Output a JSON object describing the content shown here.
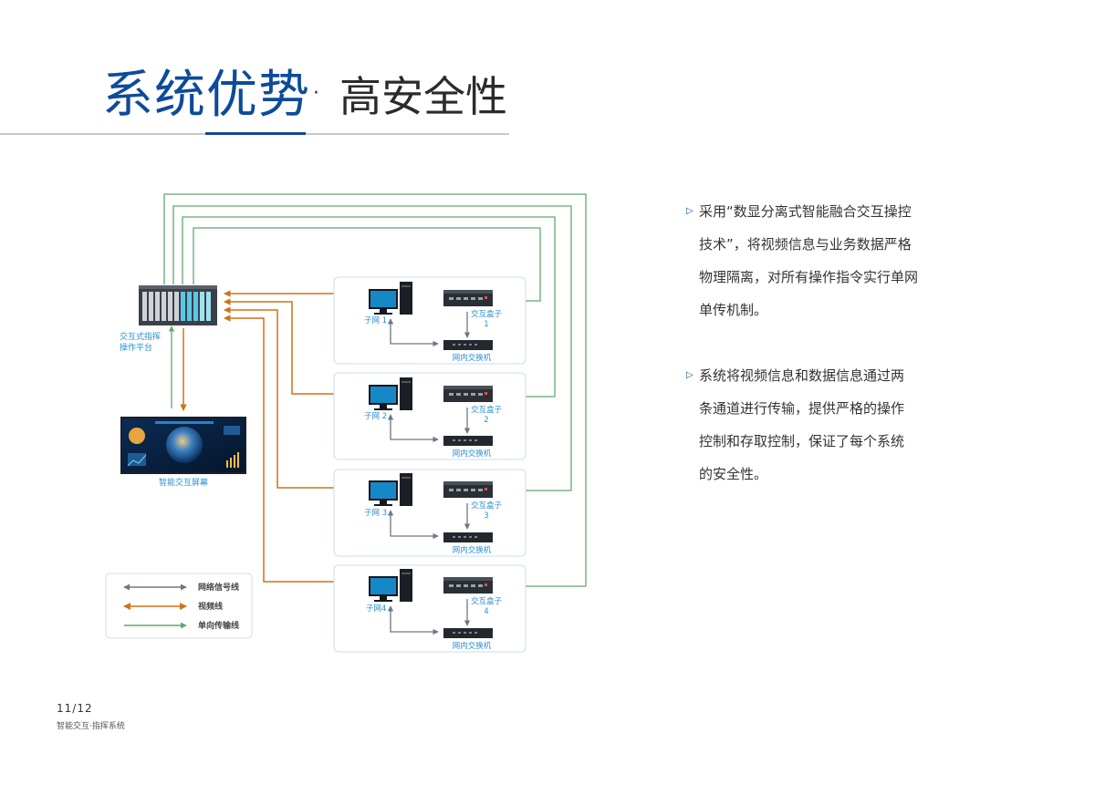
{
  "header": {
    "title_main": "系统优势",
    "title_dot": "·",
    "title_sub": "高安全性"
  },
  "colors": {
    "brand_blue": "#0d4b9a",
    "net_line": "#6f7785",
    "video_line": "#cf7216",
    "oneway_line": "#5fa872",
    "label_blue": "#2a8fd0"
  },
  "paragraphs": [
    {
      "bullet_icon": "triangle-right-icon",
      "lines": [
        "采用“数显分离式智能融合交互操控",
        "技术”，将视频信息与业务数据严格",
        "物理隔离，对所有操作指令实行单网",
        "单传机制。"
      ]
    },
    {
      "bullet_icon": "triangle-right-icon",
      "lines": [
        "系统将视频信息和数据信息通过两",
        "条通道进行传输，提供严格的操作",
        "控制和存取控制，保证了每个系统",
        "的安全性。"
      ]
    }
  ],
  "diagram": {
    "platform_label_lines": [
      "交互式指挥",
      "操作平台"
    ],
    "screen_label": "智能交互屏幕",
    "subnets": [
      {
        "subnet_label": "子网 1",
        "box_label": "交互盒子",
        "box_number": "1",
        "switch_label": "网内交换机"
      },
      {
        "subnet_label": "子网 2",
        "box_label": "交互盒子",
        "box_number": "2",
        "switch_label": "网内交换机"
      },
      {
        "subnet_label": "子网 3",
        "box_label": "交互盒子",
        "box_number": "3",
        "switch_label": "网内交换机"
      },
      {
        "subnet_label": "子网4",
        "box_label": "交互盒子",
        "box_number": "4",
        "switch_label": "网内交换机"
      }
    ],
    "legend": [
      {
        "label": "网络信号线"
      },
      {
        "label": "视频线"
      },
      {
        "label": "单向传输线"
      }
    ]
  },
  "footer": {
    "page": "11/12",
    "name": "智能交互·指挥系统"
  }
}
